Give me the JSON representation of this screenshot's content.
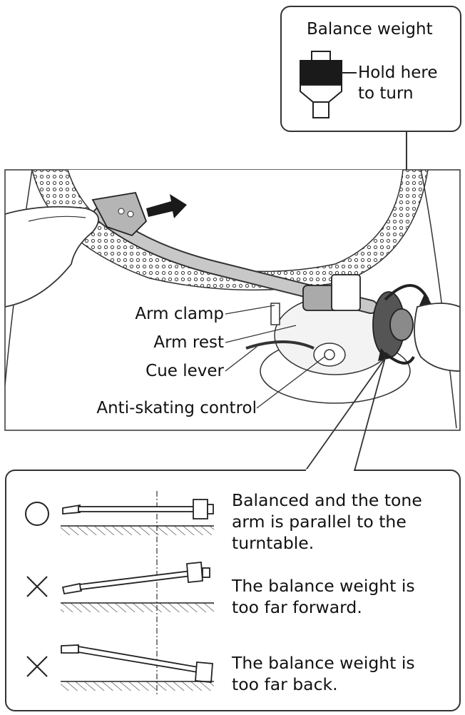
{
  "callout": {
    "title": "Balance weight",
    "hold_text": "Hold here\nto turn"
  },
  "labels": {
    "arm_clamp": "Arm clamp",
    "arm_rest": "Arm rest",
    "cue_lever": "Cue lever",
    "anti_skating": "Anti-skating control"
  },
  "examples": [
    {
      "mark": "circle",
      "text": "Balanced and the tone\narm is parallel to the\nturntable."
    },
    {
      "mark": "cross",
      "text": "The balance weight is\ntoo far forward."
    },
    {
      "mark": "cross",
      "text": "The balance weight is\ntoo far back."
    }
  ],
  "colors": {
    "line": "#222222",
    "panel_fill": "#ffffff",
    "arm_fill": "#bbbbbb",
    "weight_fill": "#8a8a8a",
    "dark": "#1a1a1a"
  }
}
